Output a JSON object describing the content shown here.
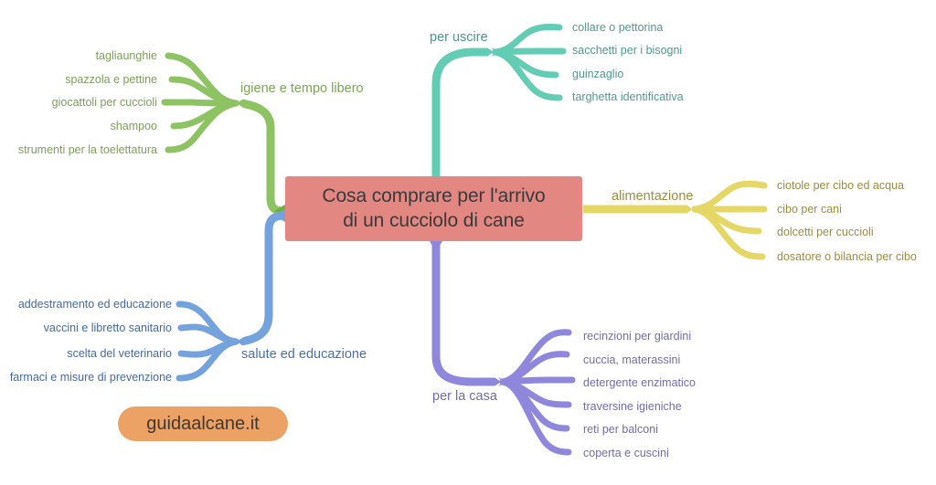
{
  "map": {
    "title": "Cosa comprare per l'arrivo di un cucciolo di cane",
    "root": {
      "text": "Cosa comprare per l'arrivo\ndi un cucciolo di cane",
      "color": "#e38782",
      "text_color": "#3a3a3a"
    },
    "watermark": {
      "label": "guidaalcane.it",
      "background": "#eda265",
      "text_color": "#43382f"
    },
    "branches": [
      {
        "id": "igiene",
        "label": "igiene e tempo libero",
        "color": "#8ec363",
        "label_color": "#79a653",
        "leaf_color": "#7d9f5a",
        "side": "left",
        "leaves": [
          "tagliaunghie",
          "spazzola e pettine",
          "giocattoli per cuccioli",
          "shampoo",
          "strumenti per la toelettatura"
        ]
      },
      {
        "id": "uscire",
        "label": "per uscire",
        "color": "#62ccb4",
        "label_color": "#4f938b",
        "leaf_color": "#53988f",
        "side": "right",
        "leaves": [
          "collare o pettorina",
          "sacchetti per i bisogni",
          "guinzaglio",
          "targhetta identificativa"
        ]
      },
      {
        "id": "alimentazione",
        "label": "alimentazione",
        "color": "#e4d765",
        "label_color": "#9c8c3c",
        "leaf_color": "#9b8c42",
        "side": "right",
        "leaves": [
          "ciotole per cibo ed acqua",
          "cibo per cani",
          "dolcetti per cuccioli",
          "dosatore o bilancia per cibo"
        ]
      },
      {
        "id": "casa",
        "label": "per la casa",
        "color": "#8f87db",
        "label_color": "#6f6aa8",
        "leaf_color": "#716dab",
        "side": "right",
        "leaves": [
          "recinzioni per giardini",
          "cuccia, materassini",
          "detergente enzimatico",
          "traversine igieniche",
          "reti per balconi",
          "coperta e cuscini"
        ]
      },
      {
        "id": "salute",
        "label": "salute ed educazione",
        "color": "#74a2dd",
        "label_color": "#4a6fa8",
        "leaf_color": "#47699f",
        "side": "left",
        "leaves": [
          "addestramento ed educazione",
          "vaccini e libretto sanitario",
          "scelta del veterinario",
          "farmaci e misure di prevenzione"
        ]
      }
    ]
  }
}
